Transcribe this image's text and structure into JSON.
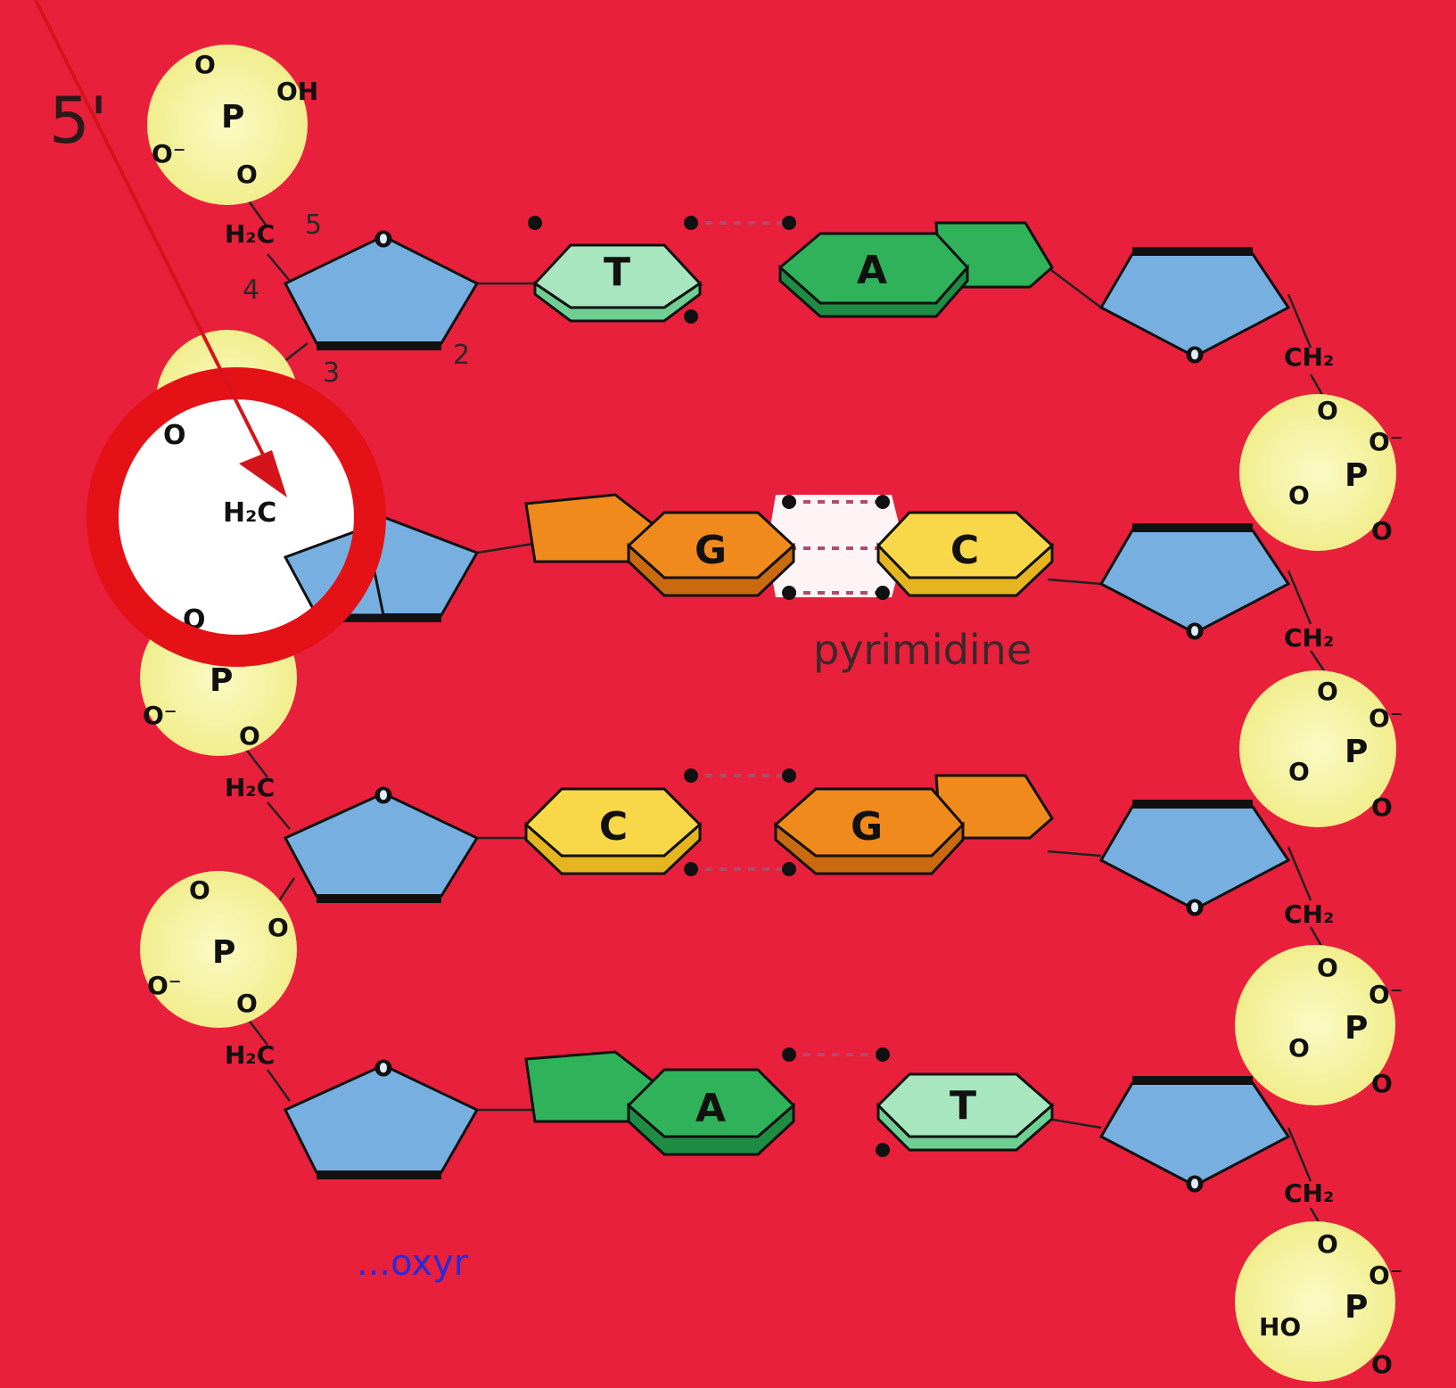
{
  "colors": {
    "background": "#e8203c",
    "phosphate": "#f7f5a2",
    "sugar": "#76afe0",
    "thymine": "#a8e6c0",
    "adenine": "#2fb25a",
    "guanine": "#f08a1c",
    "cytosine": "#f8d848",
    "highlight_ring": "#e41216"
  },
  "strand_labels": {
    "five_prime": "5'"
  },
  "carbon_numbers": {
    "c5": "5",
    "c4": "4",
    "c3": "3",
    "c2": "2"
  },
  "chem": {
    "ch2": "H₂C",
    "ch2_right": "CH₂",
    "ring_oxygen": "O",
    "phosphorus": "P",
    "oxygen": "O",
    "o_minus": "O⁻",
    "oh": "OH",
    "ho": "HO"
  },
  "base_pairs": [
    {
      "left": "T",
      "right": "A"
    },
    {
      "left": "G",
      "right": "C"
    },
    {
      "left": "C",
      "right": "G"
    },
    {
      "left": "A",
      "right": "T"
    }
  ],
  "annotations": {
    "pyrimidine": "pyrimidine",
    "deoxyribose_fragment": "...oxyr"
  }
}
